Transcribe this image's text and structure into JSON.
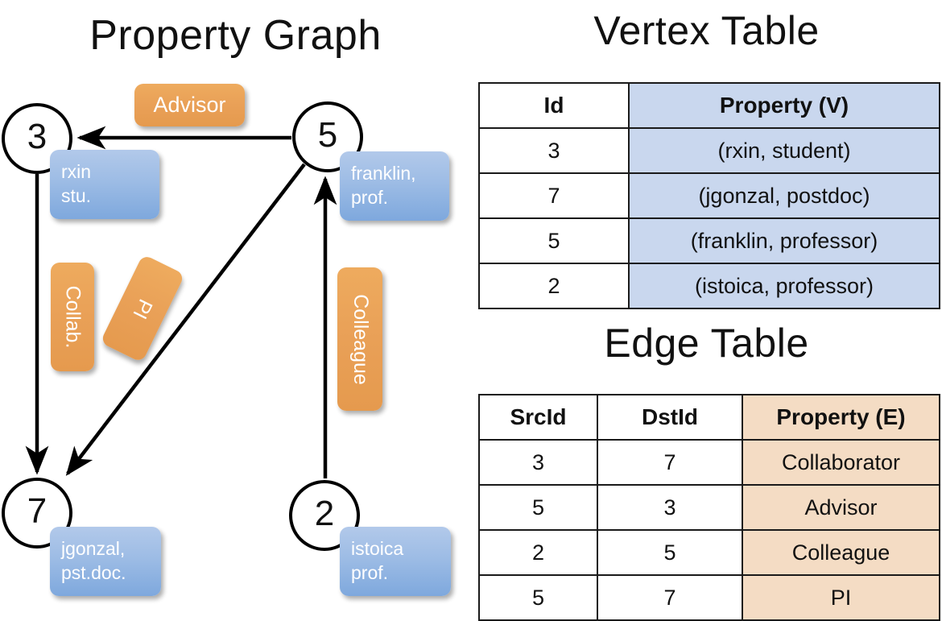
{
  "titles": {
    "property_graph": "Property Graph",
    "vertex_table": "Vertex Table",
    "edge_table": "Edge Table"
  },
  "graph": {
    "nodes": [
      {
        "id": "3",
        "property": "rxin\nstu.",
        "prop_line1": "rxin",
        "prop_line2": "stu."
      },
      {
        "id": "5",
        "property": "franklin, prof.",
        "prop_line1": "franklin,",
        "prop_line2": "prof."
      },
      {
        "id": "7",
        "property": "jgonzal, pst.doc.",
        "prop_line1": "jgonzal,",
        "prop_line2": "pst.doc."
      },
      {
        "id": "2",
        "property": "istoica prof.",
        "prop_line1": "istoica",
        "prop_line2": "prof."
      }
    ],
    "edge_labels": [
      {
        "name": "advisor",
        "text": "Advisor",
        "src": "5",
        "dst": "3"
      },
      {
        "name": "collab",
        "text": "Collab.",
        "src": "3",
        "dst": "7"
      },
      {
        "name": "pi",
        "text": "PI",
        "src": "5",
        "dst": "7"
      },
      {
        "name": "colleague",
        "text": "Colleague",
        "src": "2",
        "dst": "5"
      }
    ]
  },
  "vertex_table": {
    "headers": [
      "Id",
      "Property (V)"
    ],
    "rows": [
      {
        "id": "3",
        "property": "(rxin, student)"
      },
      {
        "id": "7",
        "property": "(jgonzal, postdoc)"
      },
      {
        "id": "5",
        "property": "(franklin, professor)"
      },
      {
        "id": "2",
        "property": "(istoica, professor)"
      }
    ]
  },
  "edge_table": {
    "headers": [
      "SrcId",
      "DstId",
      "Property (E)"
    ],
    "rows": [
      {
        "src": "3",
        "dst": "7",
        "property": "Collaborator"
      },
      {
        "src": "5",
        "dst": "3",
        "property": "Advisor"
      },
      {
        "src": "2",
        "dst": "5",
        "property": "Colleague"
      },
      {
        "src": "5",
        "dst": "7",
        "property": "PI"
      }
    ]
  },
  "colors": {
    "vertex_property_fill": "#c9d7ee",
    "edge_property_fill": "#f4dcc4",
    "node_property_box": "#9dbce5",
    "edge_label_box": "#e9a057",
    "stroke": "#000000"
  }
}
